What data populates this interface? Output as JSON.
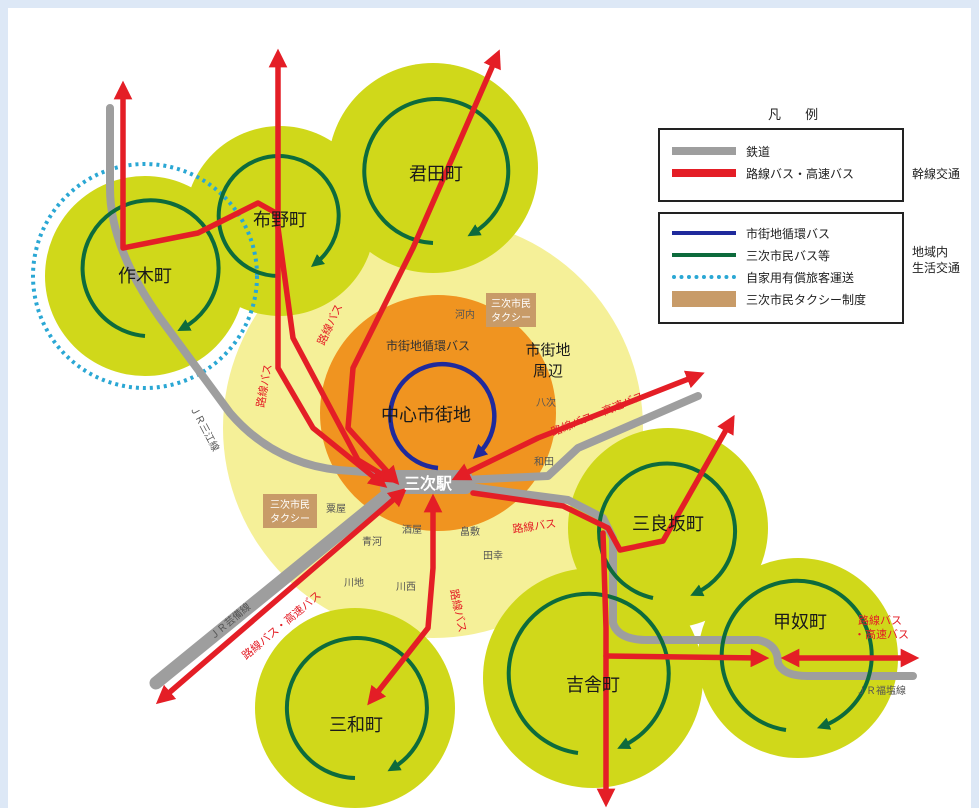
{
  "colors": {
    "rail": "#9e9e9e",
    "route_bus": "#e41e26",
    "loop_bus": "#1f2a9c",
    "citizen_bus": "#0d6b3c",
    "private_transport": "#2aa7d4",
    "citizen_taxi": "#c89b68",
    "area_circle": "#d0d81a",
    "suburb_area": "#f5f098",
    "center_area": "#f09420"
  },
  "legend": {
    "title": "凡 例",
    "group1": {
      "label": "幹線交通",
      "items": [
        {
          "icon": "rail-line",
          "label": "鉄道"
        },
        {
          "icon": "route-bus-line",
          "label": "路線バス・高速バス"
        }
      ]
    },
    "group2": {
      "label_line1": "地域内",
      "label_line2": "生活交通",
      "items": [
        {
          "icon": "loop-bus-line",
          "label": "市街地循環バス"
        },
        {
          "icon": "citizen-bus-line",
          "label": "三次市民バス等"
        },
        {
          "icon": "private-transport-dotted-line",
          "label": "自家用有償旅客運送"
        },
        {
          "icon": "citizen-taxi-block",
          "label": "三次市民タクシー制度"
        }
      ]
    }
  },
  "map": {
    "towns": {
      "sakugi": "作木町",
      "funo": "布野町",
      "kimita": "君田町",
      "miwa": "三和町",
      "kisa": "吉舎町",
      "mirasaka": "三良坂町",
      "kounu": "甲奴町"
    },
    "center": "中心市街地",
    "station": "三次駅",
    "loop_bus_label": "市街地循環バス",
    "outer_area": {
      "line1": "市街地",
      "line2": "周辺"
    },
    "taxi_box_upper": {
      "line1": "三次市民",
      "line2": "タクシー"
    },
    "taxi_box_left": {
      "line1": "三次市民",
      "line2": "タクシー"
    },
    "districts": [
      "河内",
      "八次",
      "和田",
      "粟屋",
      "酒屋",
      "畠敷",
      "田幸",
      "青河",
      "川地",
      "川西"
    ],
    "rail_labels": {
      "sanko": "ＪＲ三江線",
      "geibi": "ＪＲ芸備線",
      "fukuen": "ＪＲ福塩線"
    },
    "bus_labels": {
      "kimita": "路線バス",
      "funo": "路線バス",
      "east": "路線バス・高速バス",
      "southeast": "路線バス",
      "southwest": "路線バス・高速バス",
      "miwa": "路線バス",
      "kounu_line1": "路線バス",
      "kounu_line2": "・高速バス"
    }
  }
}
